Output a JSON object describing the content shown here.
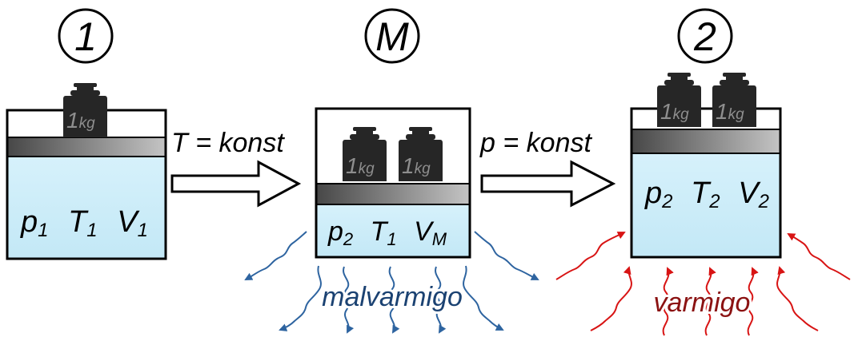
{
  "states": [
    {
      "label": "1",
      "p": "p",
      "p_sub": "1",
      "T": "T",
      "T_sub": "1",
      "V": "V",
      "V_sub": "1"
    },
    {
      "label": "M",
      "p": "p",
      "p_sub": "2",
      "T": "T",
      "T_sub": "1",
      "V": "V",
      "V_sub": "M"
    },
    {
      "label": "2",
      "p": "p",
      "p_sub": "2",
      "T": "T",
      "T_sub": "2",
      "V": "V",
      "V_sub": "2"
    }
  ],
  "weight": {
    "number": "1",
    "unit": "kg"
  },
  "transitions": [
    "T = konst",
    "p = konst"
  ],
  "heat_labels": {
    "cooling": "malvarmigo",
    "heating": "varmigo"
  },
  "colors": {
    "gas": "#cfeef9",
    "piston_dark": "#474747",
    "piston_light": "#c2c2c2",
    "weight": "#262626",
    "cooling": "#2e64a0",
    "cooling_text": "#1b4272",
    "heating": "#d81414",
    "heating_text": "#8b1212"
  }
}
